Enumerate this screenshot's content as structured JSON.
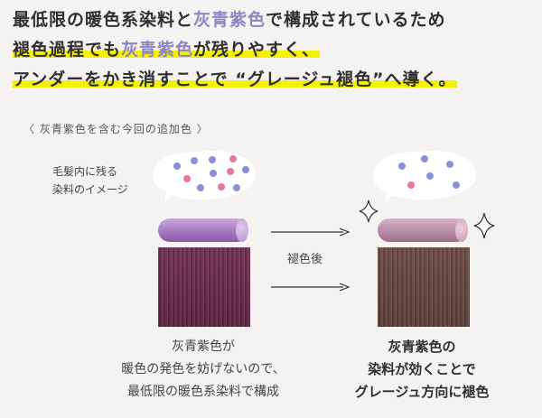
{
  "headline": {
    "line1_a": "最低限の暖色系染料と",
    "line1_b": "灰青紫色",
    "line1_c": "で構成されているため",
    "line2_a": "褪色過程でも",
    "line2_b": "灰青紫色",
    "line2_c": "が残りやすく、",
    "line3": "アンダーをかき消すことで “グレージュ褪色”へ導く。"
  },
  "section_label": "〈 灰青紫色を含む今回の追加色 〉",
  "hair_note": {
    "line1": "毛髪内に残る",
    "line2": "染料のイメージ"
  },
  "after_label": "褪色後",
  "caption_left": {
    "line1": "灰青紫色が",
    "line2": "暖色の発色を妨げないので、",
    "line3": "最低限の暖色系染料で構成"
  },
  "caption_right": {
    "line1": "灰青紫色の",
    "line2": "染料が効くことで",
    "line3": "グレージュ方向に褪色"
  },
  "colors": {
    "accent_purple": "#8e86c4",
    "highlight_yellow": "#f4f000",
    "dot_blue": "#8b8fd6",
    "dot_pink": "#e8789a"
  }
}
